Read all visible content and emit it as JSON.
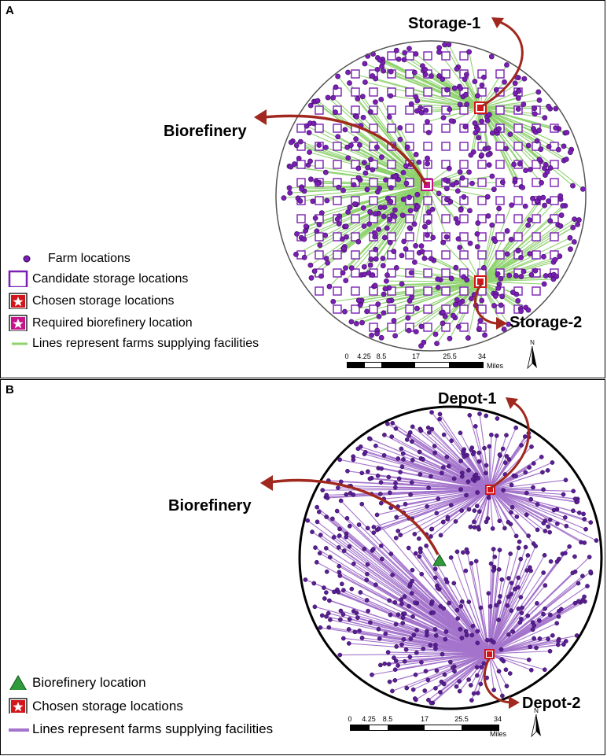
{
  "panel_a": {
    "letter": "A",
    "callouts": {
      "storage1": "Storage-1",
      "biorefinery": "Biorefinery",
      "storage2": "Storage-2"
    },
    "legend": {
      "farm": "Farm locations",
      "candidate": "Candidate storage locations",
      "chosen": "Chosen storage locations",
      "required": "Required biorefinery location",
      "lines": "Lines represent farms supplying facilities"
    },
    "scale": {
      "ticks": [
        "0",
        "4.25",
        "8.5",
        "17",
        "25.5",
        "34"
      ],
      "unit": "Miles"
    },
    "north": "N",
    "colors": {
      "lines": "#8fd36f",
      "farm": "#7a1fb4",
      "candidate": "#7a1fb4",
      "chosen": "#d2161a",
      "required": "#c8128c",
      "arrow": "#a0281e"
    }
  },
  "panel_b": {
    "letter": "B",
    "callouts": {
      "depot1": "Depot-1",
      "biorefinery": "Biorefinery",
      "depot2": "Depot-2"
    },
    "legend": {
      "biorefinery": "Biorefinery location",
      "chosen": "Chosen storage locations",
      "lines": "Lines represent farms supplying facilities"
    },
    "scale": {
      "ticks": [
        "0",
        "4.25",
        "8.5",
        "17",
        "25.5",
        "34"
      ],
      "unit": "Miles"
    },
    "north": "N",
    "colors": {
      "lines": "#a474cc",
      "farm": "#5a1e96",
      "biorefinery": "#2e9a3a",
      "chosen": "#d2161a",
      "arrow": "#a0281e"
    }
  }
}
